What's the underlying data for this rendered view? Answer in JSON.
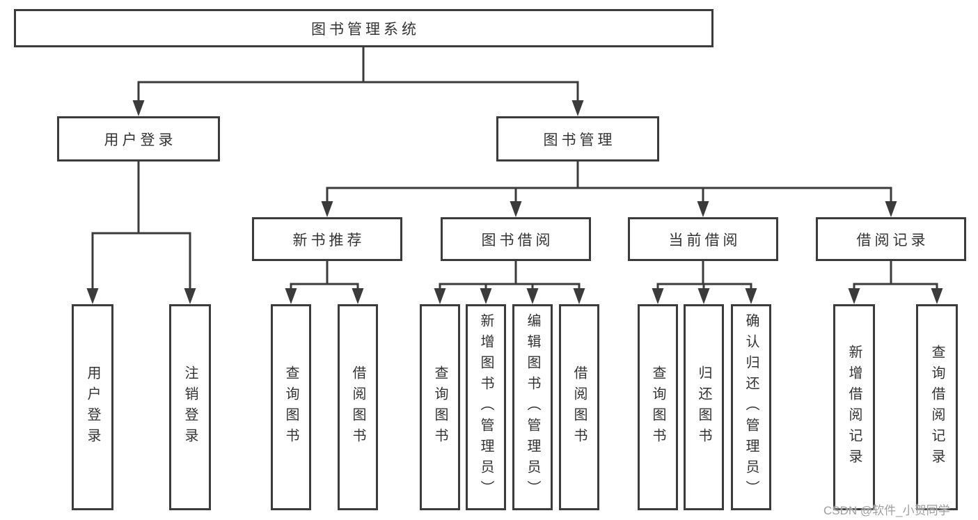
{
  "diagram": {
    "root": {
      "label": "图书管理系统"
    },
    "branches": [
      {
        "label": "用户登录",
        "leaves": [
          "用户登录",
          "注销登录"
        ]
      },
      {
        "label": "图书管理",
        "subbranches": [
          {
            "label": "新书推荐",
            "leaves": [
              "查询图书",
              "借阅图书"
            ]
          },
          {
            "label": "图书借阅",
            "leaves": [
              "查询图书",
              "新增图书（管理员）",
              "编辑图书（管理员）",
              "借阅图书"
            ]
          },
          {
            "label": "当前借阅",
            "leaves": [
              "查询图书",
              "归还图书",
              "确认归还（管理员）"
            ]
          },
          {
            "label": "借阅记录",
            "leaves": [
              "新增借阅记录",
              "查询借阅记录"
            ]
          }
        ]
      }
    ],
    "watermark": "CSDN @软件_小贺同学",
    "colors": {
      "line": "#3b3b3b",
      "text": "#333333",
      "box_background": "#ffffff",
      "page_background": "#ffffff",
      "watermark": "#9e9e9e"
    }
  }
}
